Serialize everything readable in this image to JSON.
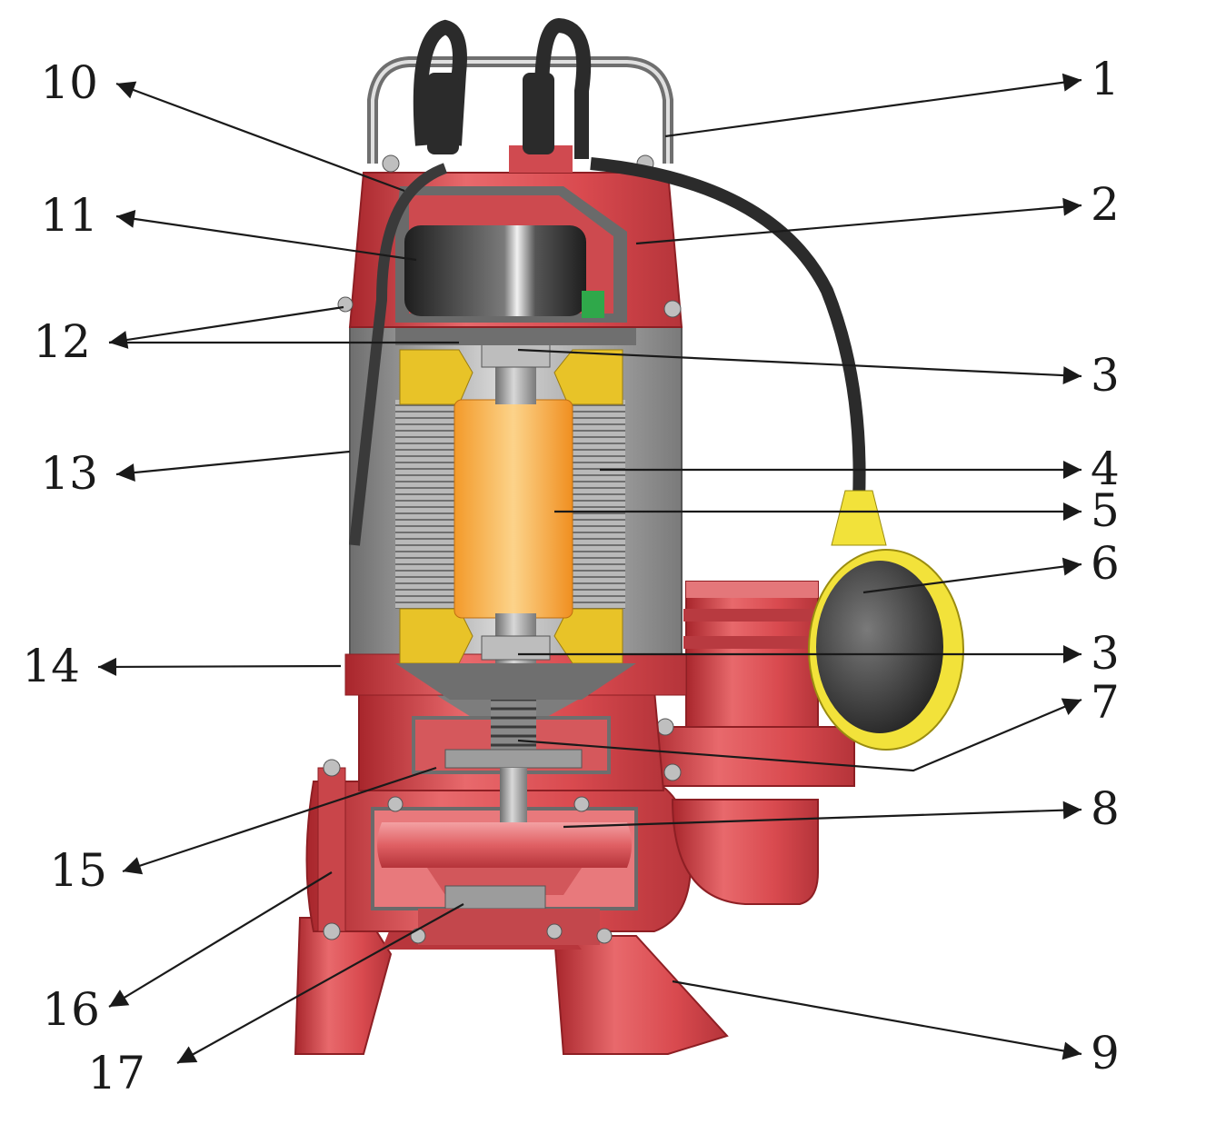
{
  "figure": {
    "callouts": [
      {
        "id": "c1",
        "label": "1"
      },
      {
        "id": "c2",
        "label": "2"
      },
      {
        "id": "c3a",
        "label": "3"
      },
      {
        "id": "c4",
        "label": "4"
      },
      {
        "id": "c5",
        "label": "5"
      },
      {
        "id": "c6",
        "label": "6"
      },
      {
        "id": "c3b",
        "label": "3"
      },
      {
        "id": "c7",
        "label": "7"
      },
      {
        "id": "c8",
        "label": "8"
      },
      {
        "id": "c9",
        "label": "9"
      },
      {
        "id": "c10",
        "label": "10"
      },
      {
        "id": "c11",
        "label": "11"
      },
      {
        "id": "c12",
        "label": "12"
      },
      {
        "id": "c13",
        "label": "13"
      },
      {
        "id": "c14",
        "label": "14"
      },
      {
        "id": "c15",
        "label": "15"
      },
      {
        "id": "c16",
        "label": "16"
      },
      {
        "id": "c17",
        "label": "17"
      }
    ],
    "colors": {
      "casing_red": "#d94a4f",
      "casing_red_light": "#f08a8c",
      "casing_red_dark": "#a8262c",
      "steel_grey": "#9a9a9a",
      "steel_dark": "#5a5a5a",
      "winding_yellow": "#e8c328",
      "rotor_orange": "#f7a53a",
      "cable_black": "#2b2b2b",
      "float_yellow": "#f2e23a",
      "float_black": "#3a3a3a",
      "callout_black": "#1a1a1a"
    }
  }
}
